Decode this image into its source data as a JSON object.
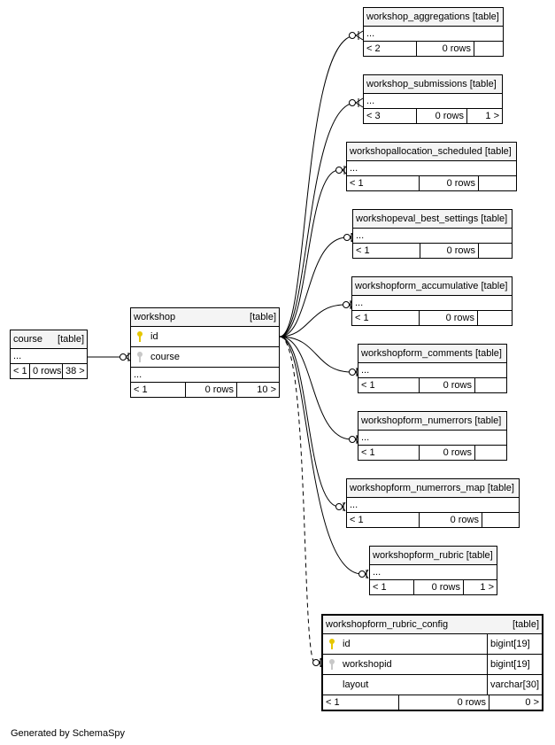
{
  "course": {
    "name": "course",
    "tag": "[table]",
    "dots": "...",
    "f1": "< 1",
    "f2": "0 rows",
    "f3": "38 >"
  },
  "workshop": {
    "name": "workshop",
    "tag": "[table]",
    "col1": "id",
    "col2": "course",
    "dots": "...",
    "f1": "< 1",
    "f2": "0 rows",
    "f3": "10 >"
  },
  "tables": [
    {
      "name": "workshop_aggregations",
      "tag": "[table]",
      "dots": "...",
      "f1": "< 2",
      "f2": "0 rows",
      "f3": ""
    },
    {
      "name": "workshop_submissions",
      "tag": "[table]",
      "dots": "...",
      "f1": "< 3",
      "f2": "0 rows",
      "f3": "1 >"
    },
    {
      "name": "workshopallocation_scheduled",
      "tag": "[table]",
      "dots": "...",
      "f1": "< 1",
      "f2": "0 rows",
      "f3": ""
    },
    {
      "name": "workshopeval_best_settings",
      "tag": "[table]",
      "dots": "...",
      "f1": "< 1",
      "f2": "0 rows",
      "f3": ""
    },
    {
      "name": "workshopform_accumulative",
      "tag": "[table]",
      "dots": "...",
      "f1": "< 1",
      "f2": "0 rows",
      "f3": ""
    },
    {
      "name": "workshopform_comments",
      "tag": "[table]",
      "dots": "...",
      "f1": "< 1",
      "f2": "0 rows",
      "f3": ""
    },
    {
      "name": "workshopform_numerrors",
      "tag": "[table]",
      "dots": "...",
      "f1": "< 1",
      "f2": "0 rows",
      "f3": ""
    },
    {
      "name": "workshopform_numerrors_map",
      "tag": "[table]",
      "dots": "...",
      "f1": "< 1",
      "f2": "0 rows",
      "f3": ""
    },
    {
      "name": "workshopform_rubric",
      "tag": "[table]",
      "dots": "...",
      "f1": "< 1",
      "f2": "0 rows",
      "f3": "1 >"
    }
  ],
  "config": {
    "name": "workshopform_rubric_config",
    "tag": "[table]",
    "columns": [
      {
        "name": "id",
        "type": "bigint[19]"
      },
      {
        "name": "workshopid",
        "type": "bigint[19]"
      },
      {
        "name": "layout",
        "type": "varchar[30]"
      }
    ],
    "f1": "< 1",
    "f2": "0 rows",
    "f3": "0 >"
  },
  "footer": "Generated by SchemaSpy"
}
